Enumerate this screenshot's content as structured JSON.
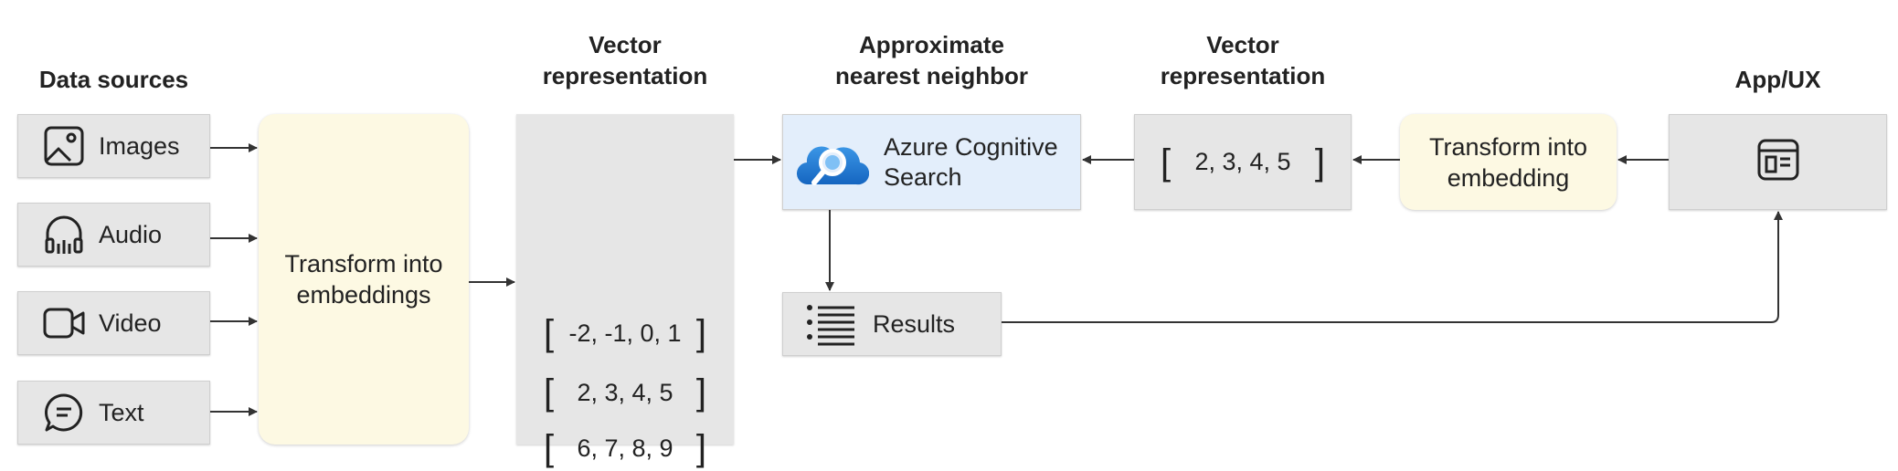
{
  "headings": {
    "data_sources": "Data sources",
    "vector_rep_1_line1": "Vector",
    "vector_rep_1_line2": "representation",
    "ann_line1": "Approximate",
    "ann_line2": "nearest neighbor",
    "vector_rep_2_line1": "Vector",
    "vector_rep_2_line2": "representation",
    "app_ux": "App/UX"
  },
  "sources": [
    {
      "label": "Images",
      "icon": "image-icon"
    },
    {
      "label": "Audio",
      "icon": "headphones-icon"
    },
    {
      "label": "Video",
      "icon": "video-camera-icon"
    },
    {
      "label": "Text",
      "icon": "chat-bubble-icon"
    }
  ],
  "transform_embeddings": {
    "line1": "Transform into",
    "line2": "embeddings"
  },
  "vectors": {
    "open_bracket": "[",
    "close_bracket": "]",
    "rows": [
      "-2, -1, 0, 1",
      "2, 3, 4, 5",
      "6, 7, 8, 9"
    ],
    "query_vector": "2, 3, 4, 5"
  },
  "azure_search": {
    "line1": "Azure Cognitive",
    "line2": "Search",
    "icon": "azure-search-cloud-icon"
  },
  "results": {
    "label": "Results",
    "icon": "list-icon"
  },
  "transform_embedding": {
    "line1": "Transform into",
    "line2": "embedding"
  },
  "app": {
    "icon": "app-window-icon"
  },
  "colors": {
    "box_gray": "#e6e6e6",
    "transform_yellow": "#fdf9e3",
    "azure_blue_bg": "#e3eefb",
    "arrow": "#333333",
    "azure_icon_blue": "#1f78d1"
  }
}
